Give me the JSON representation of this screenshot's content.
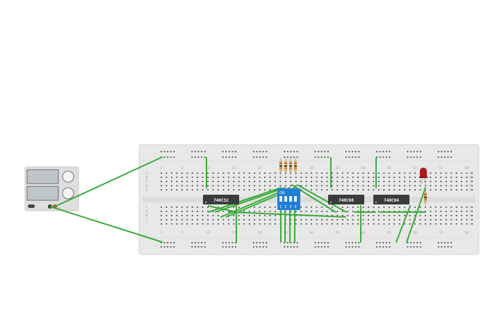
{
  "breadboard": {
    "column_labels": [
      "1",
      "5",
      "10",
      "15",
      "20",
      "25",
      "30",
      "35",
      "40",
      "45",
      "50",
      "55",
      "60"
    ],
    "row_labels_top": [
      "A",
      "B",
      "C",
      "D",
      "E"
    ],
    "row_labels_bottom": [
      "F",
      "G",
      "H",
      "I",
      "J"
    ],
    "rail_plus": "+",
    "rail_minus": "-"
  },
  "chips": [
    {
      "id": "chip-1",
      "label": "74HC32"
    },
    {
      "id": "chip-2",
      "label": "74HC08"
    },
    {
      "id": "chip-3",
      "label": "74HC04"
    }
  ],
  "dip_switch": {
    "on_label": "ON",
    "numbers": [
      "1",
      "2",
      "3",
      "4"
    ]
  },
  "power_supply": {
    "plus_label": "+",
    "minus_label": "-"
  },
  "colors": {
    "wire": "#3aab3a",
    "board": "#e6e6e6",
    "chip": "#3b3b3b",
    "dip": "#1f7fd6",
    "led": "#b01818",
    "resistor": "#d8b070"
  }
}
